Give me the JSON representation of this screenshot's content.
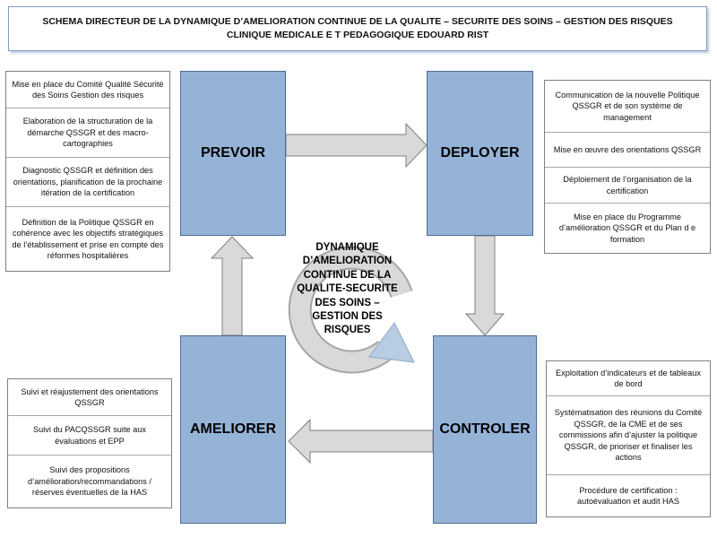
{
  "header": {
    "line1": "SCHEMA DIRECTEUR DE LA DYNAMIQUE  D’AMELIORATION CONTINUE DE LA QUALITE – SECURITE DES SOINS – GESTION DES RISQUES",
    "line2": "CLINIQUE MEDICALE E T PEDAGOGIQUE EDOUARD RIST"
  },
  "phases": {
    "prevoir": "PREVOIR",
    "deployer": "DEPLOYER",
    "controler": "CONTROLER",
    "ameliorer": "AMELIORER"
  },
  "center": {
    "lines": [
      "DYNAMIQUE",
      "D’AMELIORATION",
      "CONTINUE DE LA",
      "QUALITE-SECURITE",
      "DES SOINS –",
      "GESTION DES",
      "RISQUES"
    ]
  },
  "prevoir_notes": [
    "Mise en place du Comité Qualité Sécurité des Soins Gestion des risques",
    "Elaboration de la structuration de la démarche QSSGR et des macro-cartographies",
    "Diagnostic QSSGR et définition des orientations, planification de la prochaine itération de la certification",
    "Définition de la Politique QSSGR en cohérence avec les objectifs stratégiques de l’établissement et prise en compte des réformes hospitalières"
  ],
  "deployer_notes": [
    "Communication de la nouvelle Politique QSSGR et de son système de management",
    "Mise en œuvre des orientations QSSGR",
    "Déploiement de l’organisation de la certification",
    "Mise en  place du Programme d’amélioration QSSGR et du Plan d e formation"
  ],
  "controler_notes": [
    "Exploitation d’indicateurs et de tableaux de bord",
    "Systématisation des réunions du Comité QSSGR,  de la CME et de ses commissions   afin d’ajuster la politique QSSGR, de prioriser  et finaliser les actions",
    "Procédure de certification : autoévaluation et audit HAS"
  ],
  "ameliorer_notes": [
    "Suivi et réajustement des orientations QSSGR",
    "Suivi du PACQSSGR suite aux évaluations et EPP",
    "Suivi des propositions d’amélioration/recommandations / réserves éventuelles de la HAS"
  ],
  "colors": {
    "phase_fill": "#95b3d7",
    "phase_border": "#4f6d97",
    "arrow_fill": "#d9d9d9",
    "arrow_stroke": "#7f7f7f",
    "cycle_fill": "#b8cce4"
  }
}
